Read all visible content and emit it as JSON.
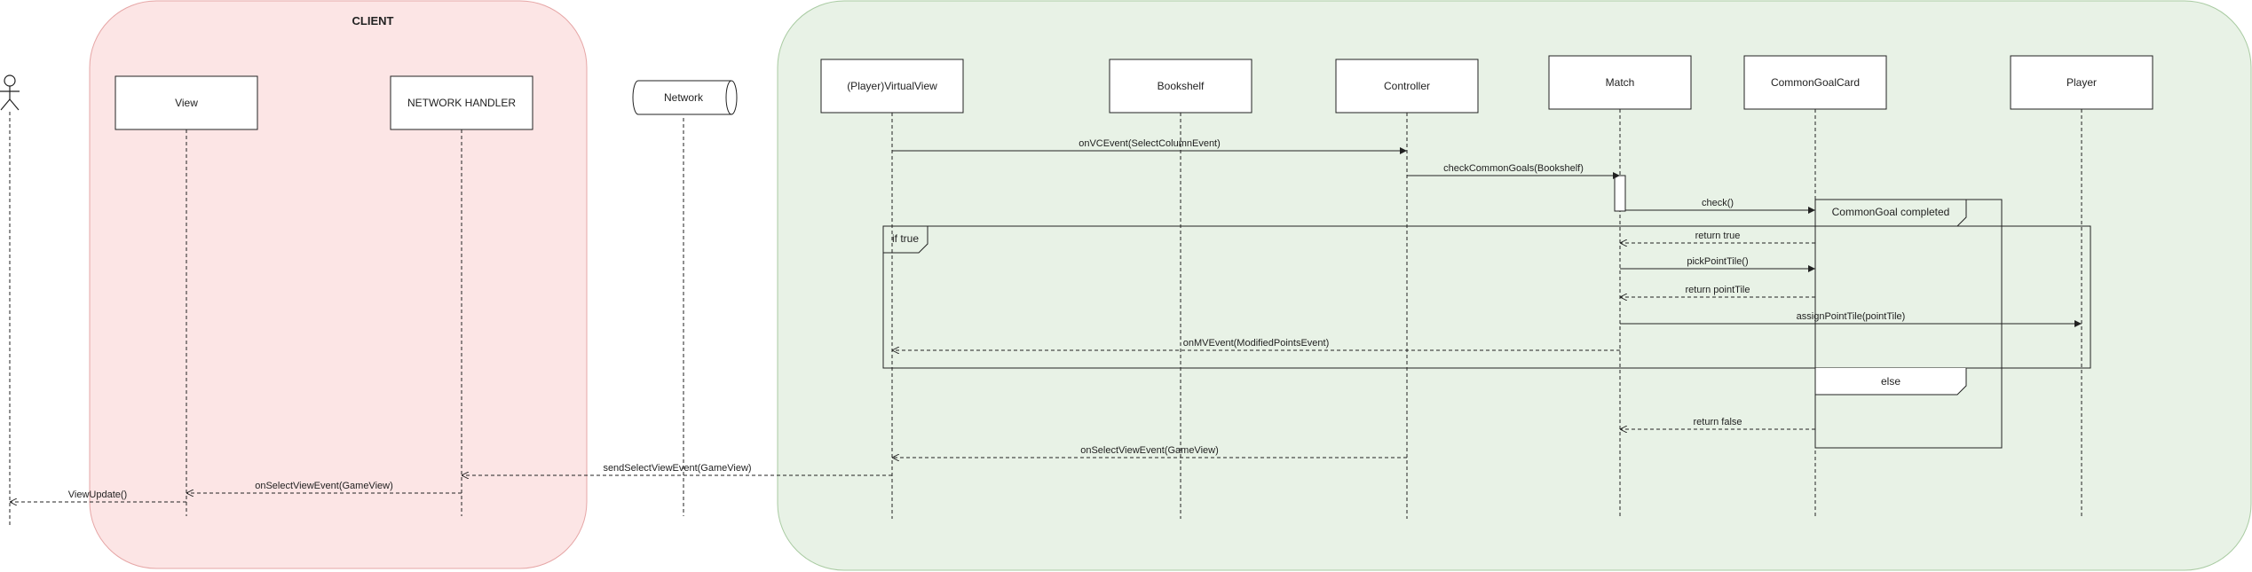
{
  "regions": {
    "client": {
      "label": "CLIENT",
      "fill": "#fce5e5",
      "stroke": "#e6a6a6"
    },
    "server": {
      "label": "",
      "fill": "#e8f2e6",
      "stroke": "#a9cba2"
    }
  },
  "participants": [
    {
      "id": "actor",
      "label": ""
    },
    {
      "id": "view",
      "label": "View"
    },
    {
      "id": "network-handler",
      "label": "NETWORK HANDLER"
    },
    {
      "id": "network",
      "label": "Network"
    },
    {
      "id": "virtual-view",
      "label": "(Player)VirtualView"
    },
    {
      "id": "bookshelf",
      "label": "Bookshelf"
    },
    {
      "id": "controller",
      "label": "Controller"
    },
    {
      "id": "match",
      "label": "Match"
    },
    {
      "id": "common-goal-card",
      "label": "CommonGoalCard"
    },
    {
      "id": "player",
      "label": "Player"
    }
  ],
  "messages": [
    {
      "label": "onVCEvent(SelectColumnEvent)",
      "from": "virtual-view",
      "to": "controller",
      "kind": "sync"
    },
    {
      "label": "checkCommonGoals(Bookshelf)",
      "from": "controller",
      "to": "match",
      "kind": "sync"
    },
    {
      "label": "check()",
      "from": "match",
      "to": "common-goal-card",
      "kind": "sync"
    },
    {
      "label": "return true",
      "from": "common-goal-card",
      "to": "match",
      "kind": "return"
    },
    {
      "label": "pickPointTile()",
      "from": "match",
      "to": "common-goal-card",
      "kind": "sync"
    },
    {
      "label": "return pointTile",
      "from": "common-goal-card",
      "to": "match",
      "kind": "return"
    },
    {
      "label": "assignPointTile(pointTile)",
      "from": "match",
      "to": "player",
      "kind": "sync"
    },
    {
      "label": "onMVEvent(ModifiedPointsEvent)",
      "from": "match",
      "to": "virtual-view",
      "kind": "return"
    },
    {
      "label": "return false",
      "from": "common-goal-card",
      "to": "match",
      "kind": "return"
    },
    {
      "label": "onSelectViewEvent(GameView)",
      "from": "controller",
      "to": "virtual-view",
      "kind": "return"
    },
    {
      "label": "sendSelectViewEvent(GameView)",
      "from": "virtual-view",
      "to": "network-handler",
      "kind": "return"
    },
    {
      "label": "onSelectViewEvent(GameView)",
      "from": "network-handler",
      "to": "view",
      "kind": "return"
    },
    {
      "label": "ViewUpdate()",
      "from": "view",
      "to": "actor",
      "kind": "return"
    }
  ],
  "fragments": {
    "if_true": {
      "label": "if true"
    },
    "common_goal": {
      "label": "CommonGoal completed",
      "else_label": "else"
    }
  },
  "colors": {
    "line": "#222222",
    "box_fill": "#ffffff"
  }
}
